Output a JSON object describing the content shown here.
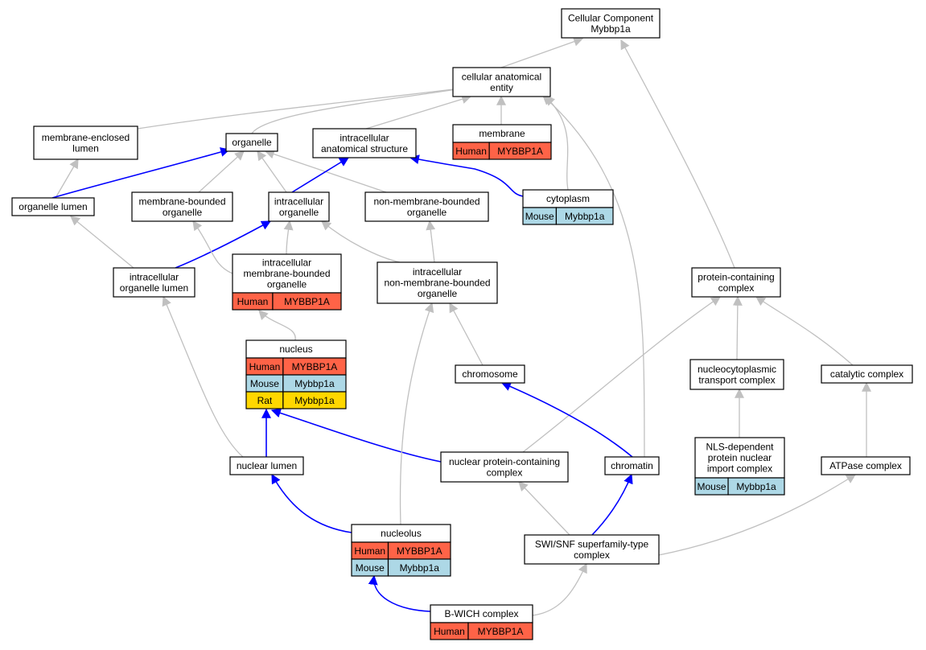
{
  "colors": {
    "gray_edge": "#c0c0c0",
    "blue_edge": "#0000ff",
    "Human": "#ff6347",
    "Mouse": "#add8e6",
    "Rat": "#ffd700",
    "node_border": "#000000",
    "node_fill": "#ffffff"
  },
  "nodes": {
    "cc": {
      "lines": [
        "Cellular Component",
        "Mybbp1a"
      ]
    },
    "cae": {
      "lines": [
        "cellular anatomical",
        "entity"
      ]
    },
    "mel": {
      "lines": [
        "membrane-enclosed",
        "lumen"
      ]
    },
    "org": {
      "lines": [
        "organelle"
      ]
    },
    "ias": {
      "lines": [
        "intracellular",
        "anatomical structure"
      ]
    },
    "mem": {
      "lines": [
        "membrane"
      ],
      "rows": [
        [
          "Human",
          "MYBBP1A"
        ]
      ]
    },
    "orgl": {
      "lines": [
        "organelle lumen"
      ]
    },
    "mbo": {
      "lines": [
        "membrane-bounded",
        "organelle"
      ]
    },
    "io": {
      "lines": [
        "intracellular",
        "organelle"
      ]
    },
    "nmbo": {
      "lines": [
        "non-membrane-bounded",
        "organelle"
      ]
    },
    "cyt": {
      "lines": [
        "cytoplasm"
      ],
      "rows": [
        [
          "Mouse",
          "Mybbp1a"
        ]
      ]
    },
    "iol": {
      "lines": [
        "intracellular",
        "organelle lumen"
      ]
    },
    "imbo": {
      "lines": [
        "intracellular",
        "membrane-bounded",
        "organelle"
      ],
      "rows": [
        [
          "Human",
          "MYBBP1A"
        ]
      ]
    },
    "inmbo": {
      "lines": [
        "intracellular",
        "non-membrane-bounded",
        "organelle"
      ]
    },
    "pcc": {
      "lines": [
        "protein-containing",
        "complex"
      ]
    },
    "nuc": {
      "lines": [
        "nucleus"
      ],
      "rows": [
        [
          "Human",
          "MYBBP1A"
        ],
        [
          "Mouse",
          "Mybbp1a"
        ],
        [
          "Rat",
          "Mybbp1a"
        ]
      ]
    },
    "chrs": {
      "lines": [
        "chromosome"
      ]
    },
    "nctc": {
      "lines": [
        "nucleocytoplasmic",
        "transport complex"
      ]
    },
    "catc": {
      "lines": [
        "catalytic complex"
      ]
    },
    "nll": {
      "lines": [
        "nuclear lumen"
      ]
    },
    "npcc": {
      "lines": [
        "nuclear protein-containing",
        "complex"
      ]
    },
    "chrt": {
      "lines": [
        "chromatin"
      ]
    },
    "nls": {
      "lines": [
        "NLS-dependent",
        "protein nuclear",
        "import complex"
      ],
      "rows": [
        [
          "Mouse",
          "Mybbp1a"
        ]
      ]
    },
    "atp": {
      "lines": [
        "ATPase complex"
      ]
    },
    "nucl": {
      "lines": [
        "nucleolus"
      ],
      "rows": [
        [
          "Human",
          "MYBBP1A"
        ],
        [
          "Mouse",
          "Mybbp1a"
        ]
      ]
    },
    "swi": {
      "lines": [
        "SWI/SNF superfamily-type",
        "complex"
      ]
    },
    "bwich": {
      "lines": [
        "B-WICH complex"
      ],
      "rows": [
        [
          "Human",
          "MYBBP1A"
        ]
      ]
    }
  }
}
